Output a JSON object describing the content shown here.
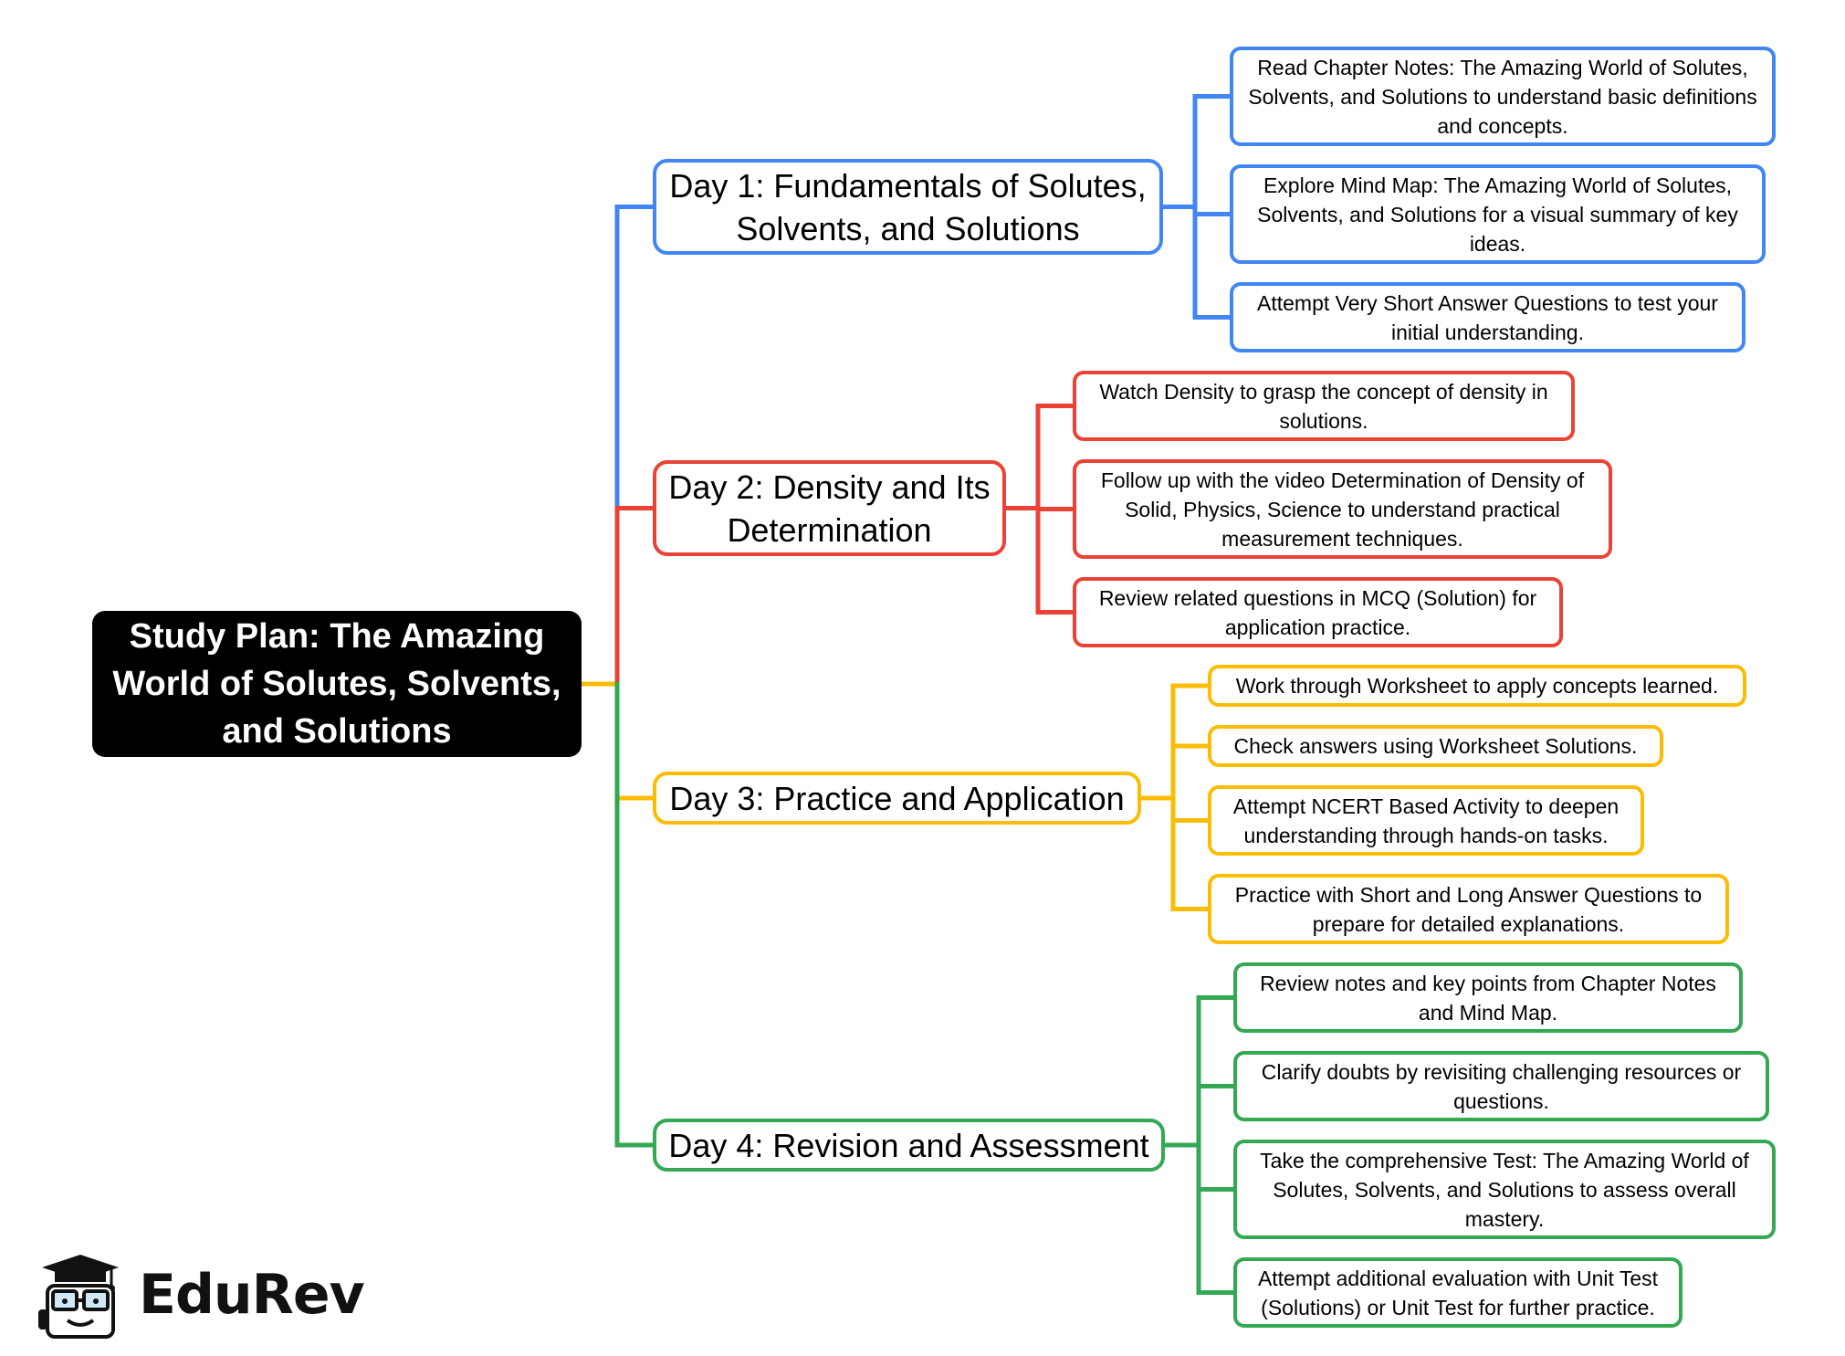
{
  "root": {
    "title": "Study Plan: The Amazing World of Solutes, Solvents, and Solutions",
    "color": "#000000"
  },
  "days": [
    {
      "label": "Day 1: Fundamentals of Solutes, Solvents, and Solutions",
      "color": "#4285F4",
      "tasks": [
        "Read Chapter Notes: The Amazing World of Solutes, Solvents, and Solutions to understand basic definitions and concepts.",
        "Explore Mind Map: The Amazing World of Solutes, Solvents, and Solutions for a visual summary of key ideas.",
        "Attempt Very Short Answer Questions to test your initial understanding."
      ]
    },
    {
      "label": "Day 2: Density and Its Determination",
      "color": "#EA4335",
      "tasks": [
        "Watch Density to grasp the concept of density in solutions.",
        "Follow up with the video Determination of Density of Solid, Physics, Science to understand practical measurement techniques.",
        "Review related questions in MCQ (Solution) for application practice."
      ]
    },
    {
      "label": "Day 3: Practice and Application",
      "color": "#FBBC04",
      "tasks": [
        "Work through Worksheet to apply concepts learned.",
        "Check answers using Worksheet Solutions.",
        "Attempt NCERT Based Activity to deepen understanding through hands-on tasks.",
        "Practice with Short and Long Answer Questions to prepare for detailed explanations."
      ]
    },
    {
      "label": "Day 4: Revision and Assessment",
      "color": "#34A853",
      "tasks": [
        "Review notes and key points from Chapter Notes and Mind Map.",
        "Clarify doubts by revisiting challenging resources or questions.",
        "Take the comprehensive Test: The Amazing World of Solutes, Solvents, and Solutions to assess overall mastery.",
        "Attempt additional evaluation with Unit Test (Solutions) or Unit Test for further practice."
      ]
    }
  ],
  "logo": {
    "text": "EduRev",
    "icon": "graduation-cap-mascot-icon"
  }
}
